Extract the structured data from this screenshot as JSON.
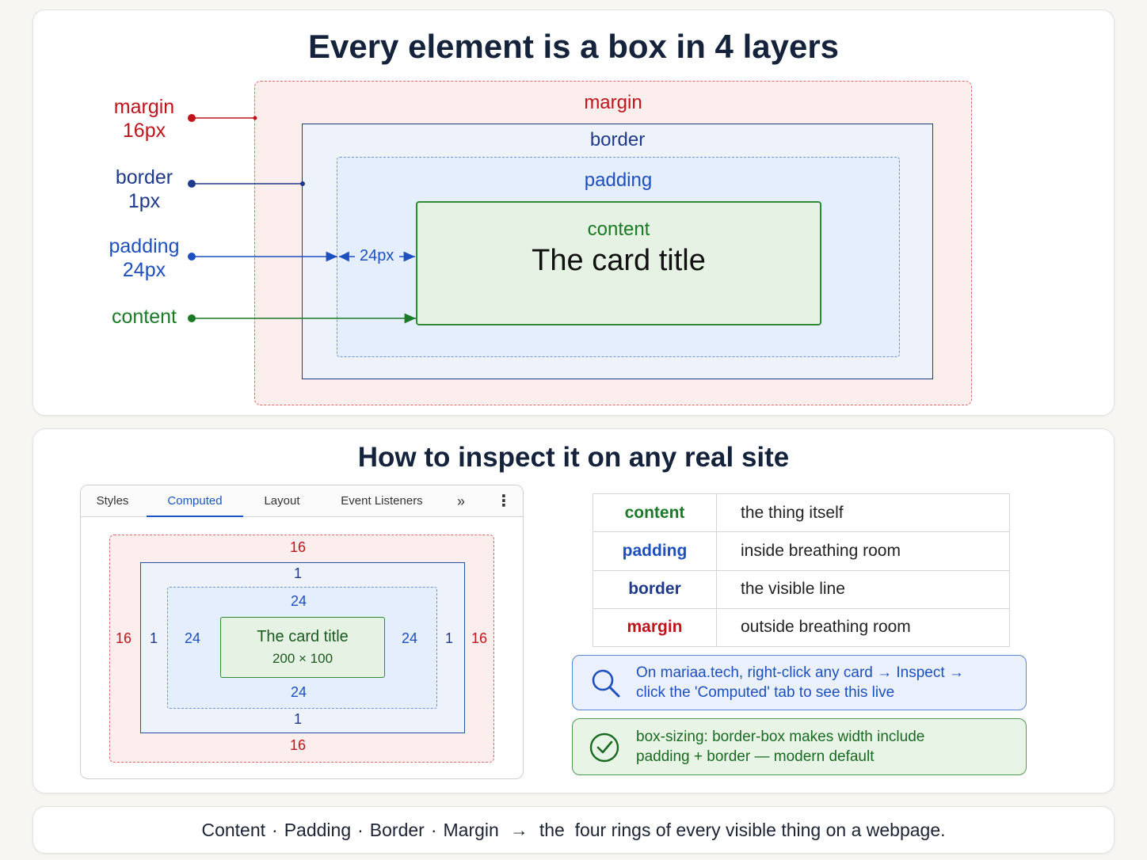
{
  "top": {
    "title": "Every element is a box in 4 layers",
    "labels": {
      "margin": "margin",
      "margin_value": "16px",
      "border": "border",
      "border_value": "1px",
      "padding": "padding",
      "padding_value": "24px",
      "content": "content"
    },
    "boxes": {
      "margin": "margin",
      "border": "border",
      "padding": "padding",
      "content": "content",
      "card_title": "The card title"
    },
    "padding_arrow_label": "24px"
  },
  "middle": {
    "title": "How to inspect it on any real site",
    "devtools": {
      "tabs": [
        "Styles",
        "Computed",
        "Layout",
        "Event Listeners"
      ],
      "active_tab": "Computed",
      "more_tabs_icon": "chevron-double-right-icon",
      "menu_icon": "kebab-menu-icon",
      "margin": {
        "top": "16",
        "right": "16",
        "bottom": "16",
        "left": "16"
      },
      "border": {
        "top": "1",
        "right": "1",
        "bottom": "1",
        "left": "1"
      },
      "padding": {
        "top": "24",
        "right": "24",
        "bottom": "24",
        "left": "24"
      },
      "content_title": "The card title",
      "content_size": "200 × 100"
    },
    "legend": [
      {
        "key": "content",
        "value": "the thing itself",
        "color": "#1a7a26"
      },
      {
        "key": "padding",
        "value": "inside breathing room",
        "color": "#1d4fbf"
      },
      {
        "key": "border",
        "value": "the visible line",
        "color": "#1f3a8a"
      },
      {
        "key": "margin",
        "value": "outside breathing room",
        "color": "#c0141c"
      }
    ],
    "tip": {
      "icon": "search-icon",
      "line1": "On mariaa.tech, right-click any card → Inspect →",
      "line2": "click the 'Computed' tab to see this live"
    },
    "note": {
      "icon": "check-circle-icon",
      "line1": "box-sizing: border-box makes width include",
      "line2": "padding + border — modern default"
    }
  },
  "footer": {
    "content": "Content",
    "padding": "Padding",
    "border": "Border",
    "margin": "Margin",
    "sep": "·",
    "arrow": "→",
    "tail": "the  four rings of every visible thing on a webpage."
  },
  "colors": {
    "margin": "#c0141c",
    "border": "#1f3a8a",
    "padding": "#1d4fbf",
    "content": "#1a7a26"
  }
}
